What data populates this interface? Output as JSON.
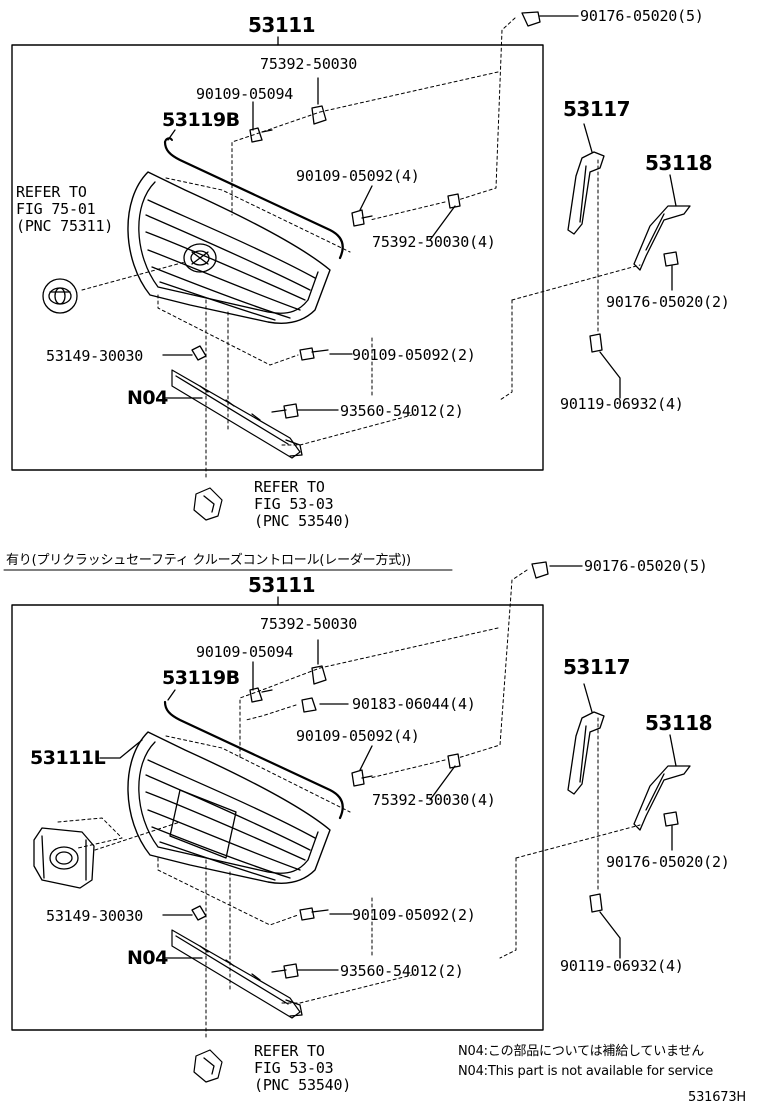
{
  "top": {
    "assembly": "53111",
    "p_75392_a": "75392-50030",
    "p_90109_a": "90109-05094",
    "p_53119b": "53119B",
    "p_90109_b": "90109-05092(4)",
    "p_75392_b": "75392-50030(4)",
    "ref_left": [
      "REFER TO",
      "FIG 75-01",
      "(PNC 75311)"
    ],
    "p_53149": "53149-30030",
    "p_90109_c": "90109-05092(2)",
    "p_n04": "N04",
    "p_93560": "93560-54012(2)",
    "ref_bottom": [
      "REFER TO",
      "FIG 53-03",
      "(PNC 53540)"
    ],
    "p_90176_top": "90176-05020(5)",
    "p_53117": "53117",
    "p_53118": "53118",
    "p_90176_mid": "90176-05020(2)",
    "p_90119": "90119-06932(4)"
  },
  "bottom": {
    "caption": "有り(プリクラッシュセーフティ クルーズコントロール(レーダー方式))",
    "assembly": "53111",
    "p_75392_a": "75392-50030",
    "p_90109_a": "90109-05094",
    "p_53119b": "53119B",
    "p_90183": "90183-06044(4)",
    "p_90109_b": "90109-05092(4)",
    "p_53111l": "53111L",
    "p_75392_b": "75392-50030(4)",
    "p_53149": "53149-30030",
    "p_90109_c": "90109-05092(2)",
    "p_n04": "N04",
    "p_93560": "93560-54012(2)",
    "ref_bottom": [
      "REFER TO",
      "FIG 53-03",
      "(PNC 53540)"
    ],
    "p_90176_top": "90176-05020(5)",
    "p_53117": "53117",
    "p_53118": "53118",
    "p_90176_mid": "90176-05020(2)",
    "p_90119": "90119-06932(4)"
  },
  "notes": {
    "jp": "N04:この部品については補給していません",
    "en": "N04:This part is not available for service"
  },
  "figure_id": "531673H"
}
